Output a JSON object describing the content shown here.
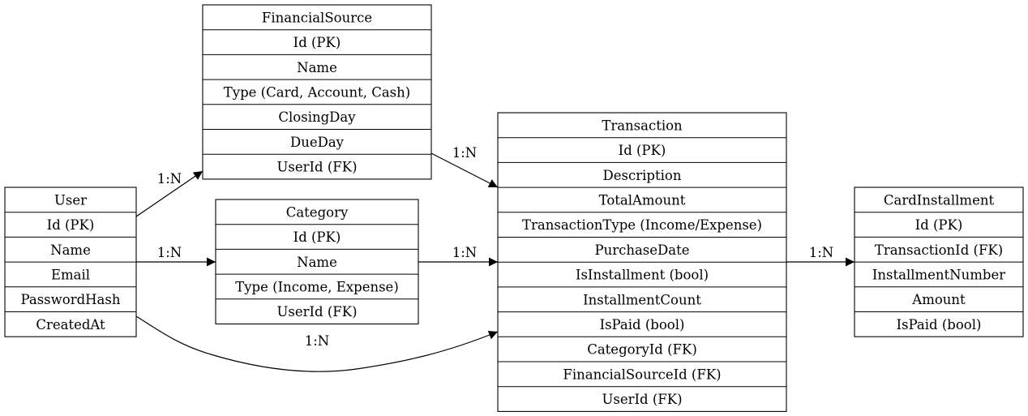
{
  "entities": [
    {
      "id": "user",
      "title": "User",
      "fields": [
        "Id (PK)",
        "Name",
        "Email",
        "PasswordHash",
        "CreatedAt"
      ]
    },
    {
      "id": "financial-source",
      "title": "FinancialSource",
      "fields": [
        "Id (PK)",
        "Name",
        "Type (Card, Account, Cash)",
        "ClosingDay",
        "DueDay",
        "UserId (FK)"
      ]
    },
    {
      "id": "category",
      "title": "Category",
      "fields": [
        "Id (PK)",
        "Name",
        "Type (Income, Expense)",
        "UserId (FK)"
      ]
    },
    {
      "id": "transaction",
      "title": "Transaction",
      "fields": [
        "Id (PK)",
        "Description",
        "TotalAmount",
        "TransactionType (Income/Expense)",
        "PurchaseDate",
        "IsInstallment (bool)",
        "InstallmentCount",
        "IsPaid (bool)",
        "CategoryId (FK)",
        "FinancialSourceId (FK)",
        "UserId (FK)"
      ]
    },
    {
      "id": "card-installment",
      "title": "CardInstallment",
      "fields": [
        "Id (PK)",
        "TransactionId (FK)",
        "InstallmentNumber",
        "Amount",
        "IsPaid (bool)"
      ]
    }
  ],
  "relationships": [
    {
      "id": "user-financialsource",
      "from": "User",
      "to": "FinancialSource",
      "label": "1:N"
    },
    {
      "id": "user-category",
      "from": "User",
      "to": "Category",
      "label": "1:N"
    },
    {
      "id": "user-transaction",
      "from": "User",
      "to": "Transaction",
      "label": "1:N"
    },
    {
      "id": "financialsource-transaction",
      "from": "FinancialSource",
      "to": "Transaction",
      "label": "1:N"
    },
    {
      "id": "category-transaction",
      "from": "Category",
      "to": "Transaction",
      "label": "1:N"
    },
    {
      "id": "transaction-cardinstallment",
      "from": "Transaction",
      "to": "CardInstallment",
      "label": "1:N"
    }
  ]
}
